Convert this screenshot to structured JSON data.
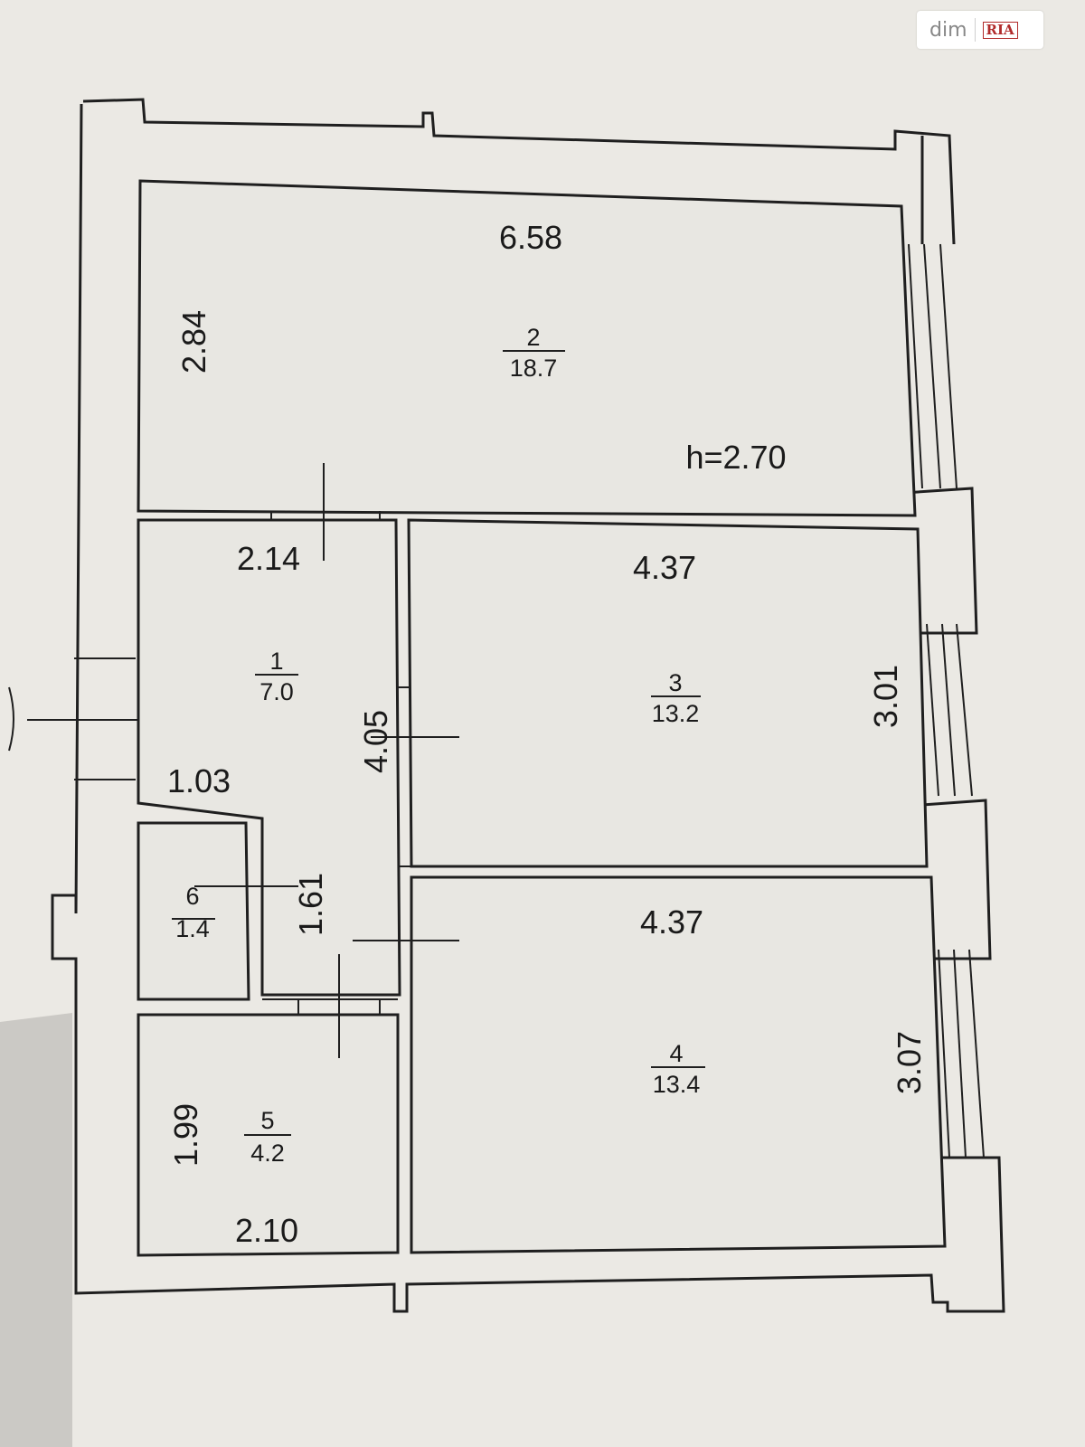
{
  "watermark": {
    "brand": "dim",
    "logo": "RIA"
  },
  "ceiling_height": "h=2.70",
  "rooms": [
    {
      "id": "room-1",
      "number": "1",
      "area": "7.0",
      "dims": [
        "2.14",
        "4.05",
        "1.03"
      ]
    },
    {
      "id": "room-2",
      "number": "2",
      "area": "18.7",
      "dims": [
        "6.58",
        "2.84"
      ]
    },
    {
      "id": "room-3",
      "number": "3",
      "area": "13.2",
      "dims": [
        "4.37",
        "3.01"
      ]
    },
    {
      "id": "room-4",
      "number": "4",
      "area": "13.4",
      "dims": [
        "4.37",
        "3.07"
      ]
    },
    {
      "id": "room-5",
      "number": "5",
      "area": "4.2",
      "dims": [
        "1.99",
        "2.10"
      ]
    },
    {
      "id": "room-6",
      "number": "6",
      "area": "1.4",
      "dims": [
        "1.61"
      ]
    }
  ],
  "colors": {
    "line": "#1f1f1f",
    "paper": "#ebe9e4",
    "room_fill": "#e8e7e2"
  }
}
